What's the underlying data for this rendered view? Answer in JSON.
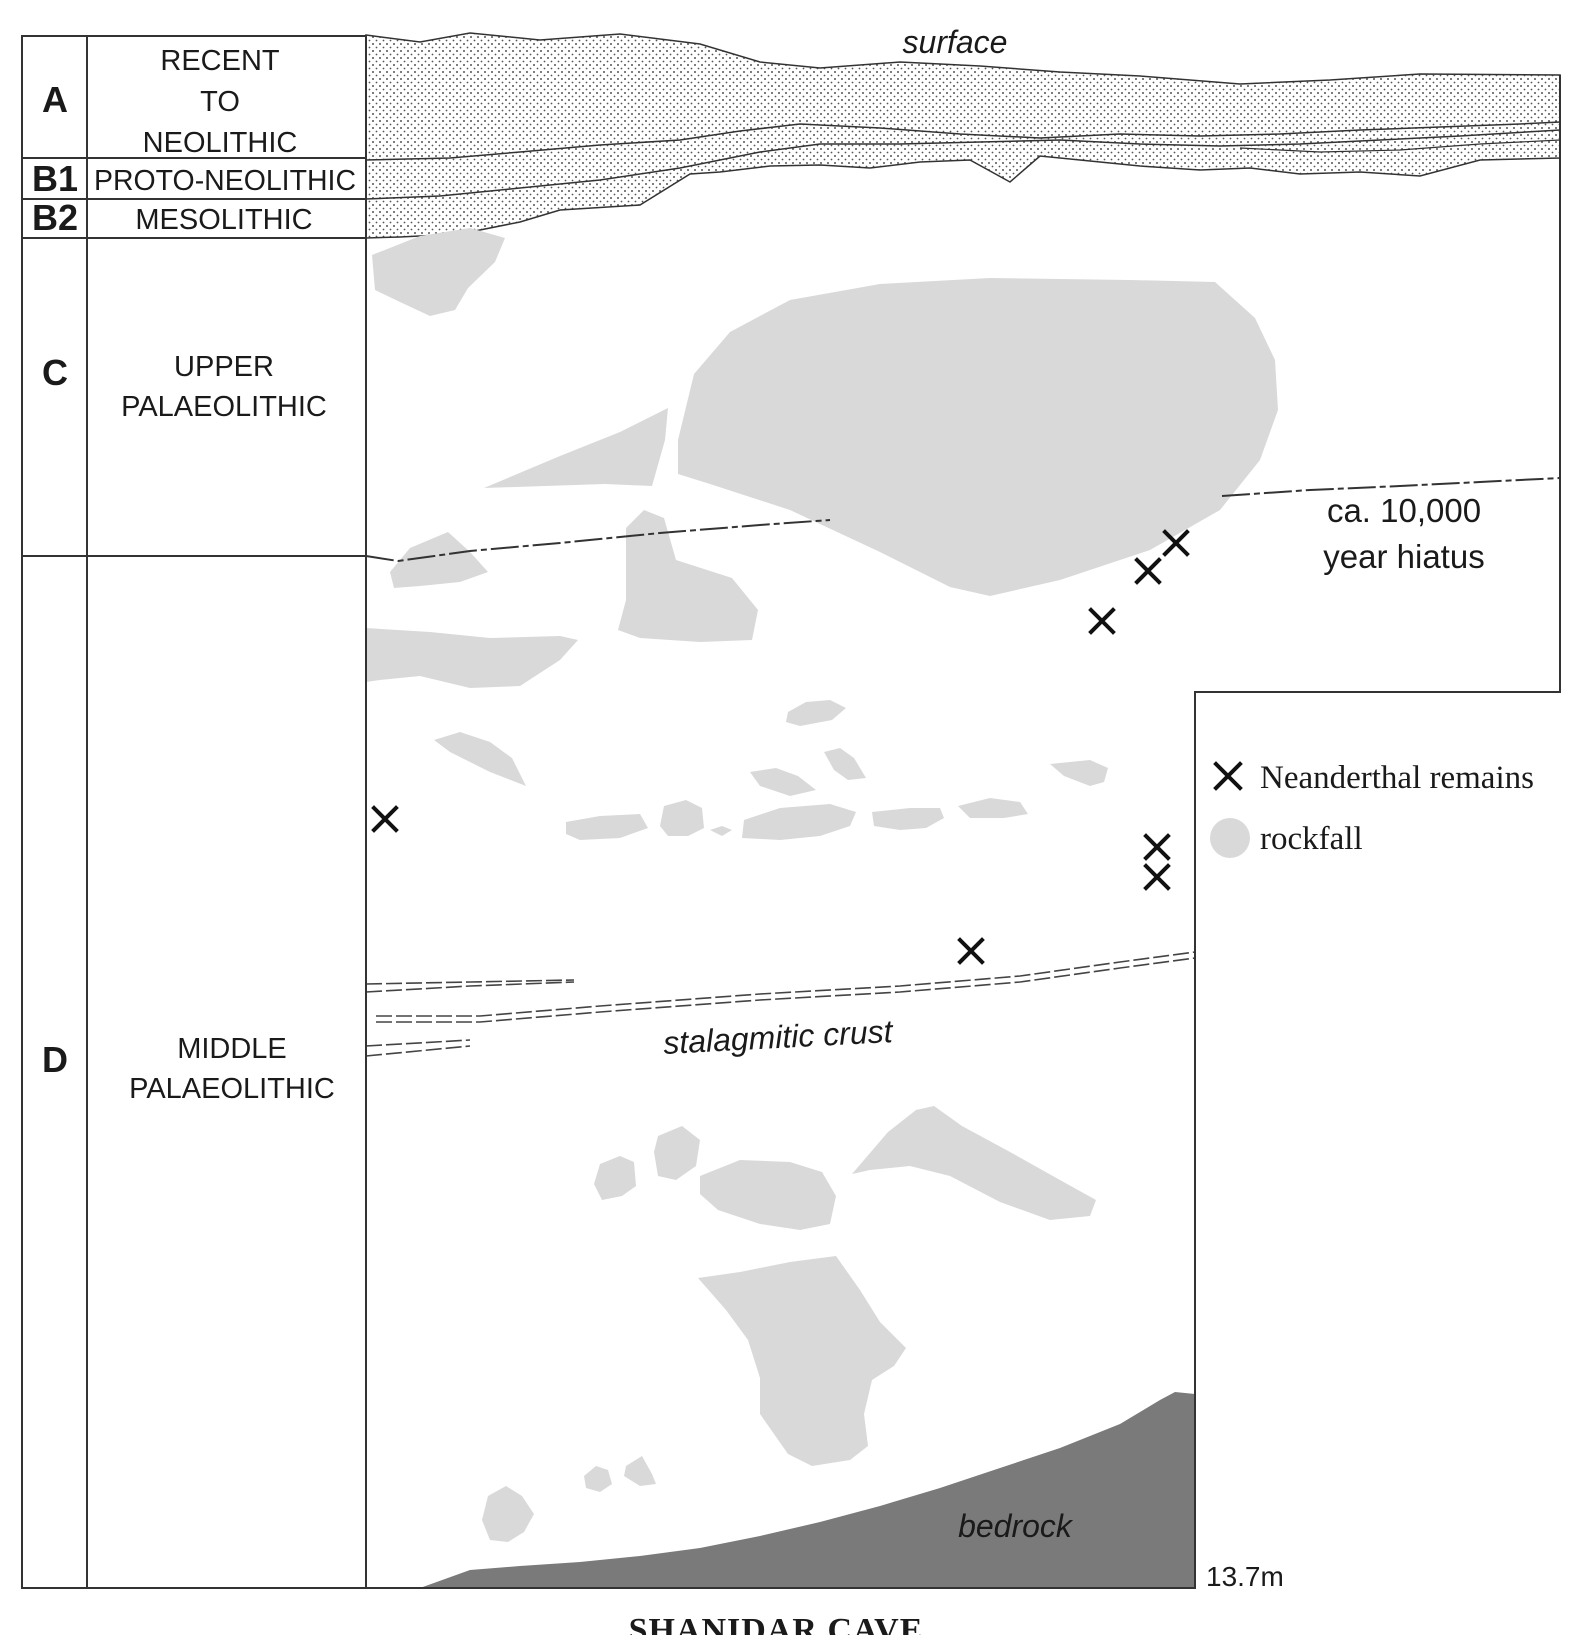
{
  "layers": [
    {
      "letter": "A",
      "period_lines": [
        "RECENT",
        "TO",
        "NEOLITHIC"
      ]
    },
    {
      "letter": "B1",
      "period_lines": [
        "PROTO-NEOLITHIC"
      ]
    },
    {
      "letter": "B2",
      "period_lines": [
        "MESOLITHIC"
      ]
    },
    {
      "letter": "C",
      "period_lines": [
        "UPPER",
        "PALAEOLITHIC"
      ]
    },
    {
      "letter": "D",
      "period_lines": [
        "MIDDLE",
        "PALAEOLITHIC"
      ]
    }
  ],
  "labels": {
    "surface": "surface",
    "hiatus_line1": "ca. 10,000",
    "hiatus_line2": "year hiatus",
    "stalagmitic_crust": "stalagmitic crust",
    "bedrock": "bedrock",
    "depth": "13.7m",
    "title": "SHANIDAR CAVE"
  },
  "legend": {
    "neanderthal": "Neanderthal remains",
    "rockfall": "rockfall"
  },
  "colors": {
    "rockfall": "#d9d9d9",
    "bedrock": "#7a7a7a",
    "line": "#333333",
    "sediment_dots": "#555555"
  }
}
